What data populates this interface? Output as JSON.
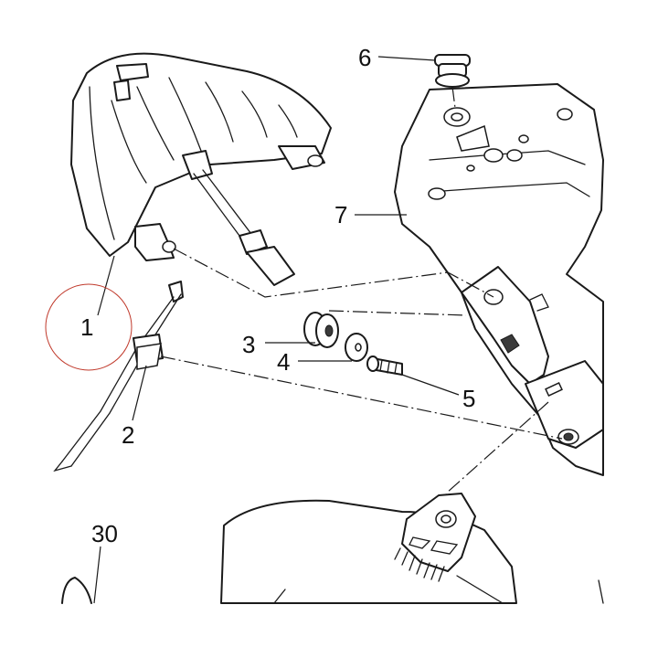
{
  "callouts": {
    "c1": "1",
    "c2": "2",
    "c3": "3",
    "c4": "4",
    "c5": "5",
    "c6": "6",
    "c7": "7",
    "c30": "30"
  },
  "colors": {
    "line": "#1a1a1a",
    "highlight_circle": "#c0392b",
    "background": "#ffffff"
  }
}
